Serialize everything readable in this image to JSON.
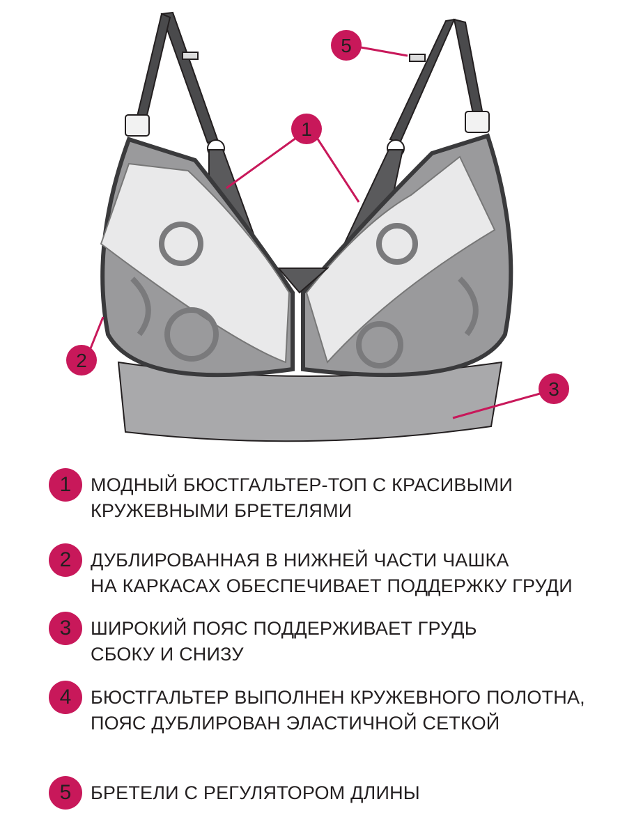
{
  "diagram": {
    "markers": [
      {
        "num": "1",
        "label": "1"
      },
      {
        "num": "2",
        "label": "2"
      },
      {
        "num": "3",
        "label": "3"
      },
      {
        "num": "5",
        "label": "5"
      }
    ],
    "colors": {
      "accent": "#c8185a",
      "fabric": "#9a9a9c",
      "dark": "#4a4a4c",
      "lace": "#e9e9ea",
      "text": "#231f20"
    }
  },
  "features": [
    {
      "num": "1",
      "lines": [
        "МОДНЫЙ БЮСТГАЛЬТЕР-ТОП С КРАСИВЫМИ",
        "КРУЖЕВНЫМИ БРЕТЕЛЯМИ"
      ]
    },
    {
      "num": "2",
      "lines": [
        "ДУБЛИРОВАННАЯ В НИЖНЕЙ ЧАСТИ ЧАШКА",
        "НА КАРКАСАХ ОБЕСПЕЧИВАЕТ ПОДДЕРЖКУ ГРУДИ"
      ]
    },
    {
      "num": "3",
      "lines": [
        "ШИРОКИЙ ПОЯС ПОДДЕРЖИВАЕТ ГРУДЬ",
        "СБОКУ И СНИЗУ"
      ]
    },
    {
      "num": "4",
      "lines": [
        "БЮСТГАЛЬТЕР ВЫПОЛНЕН КРУЖЕВНОГО ПОЛОТНА,",
        "ПОЯС ДУБЛИРОВАН ЭЛАСТИЧНОЙ СЕТКОЙ"
      ]
    },
    {
      "num": "5",
      "lines": [
        "БРЕТЕЛИ С РЕГУЛЯТОРОМ ДЛИНЫ"
      ]
    }
  ]
}
